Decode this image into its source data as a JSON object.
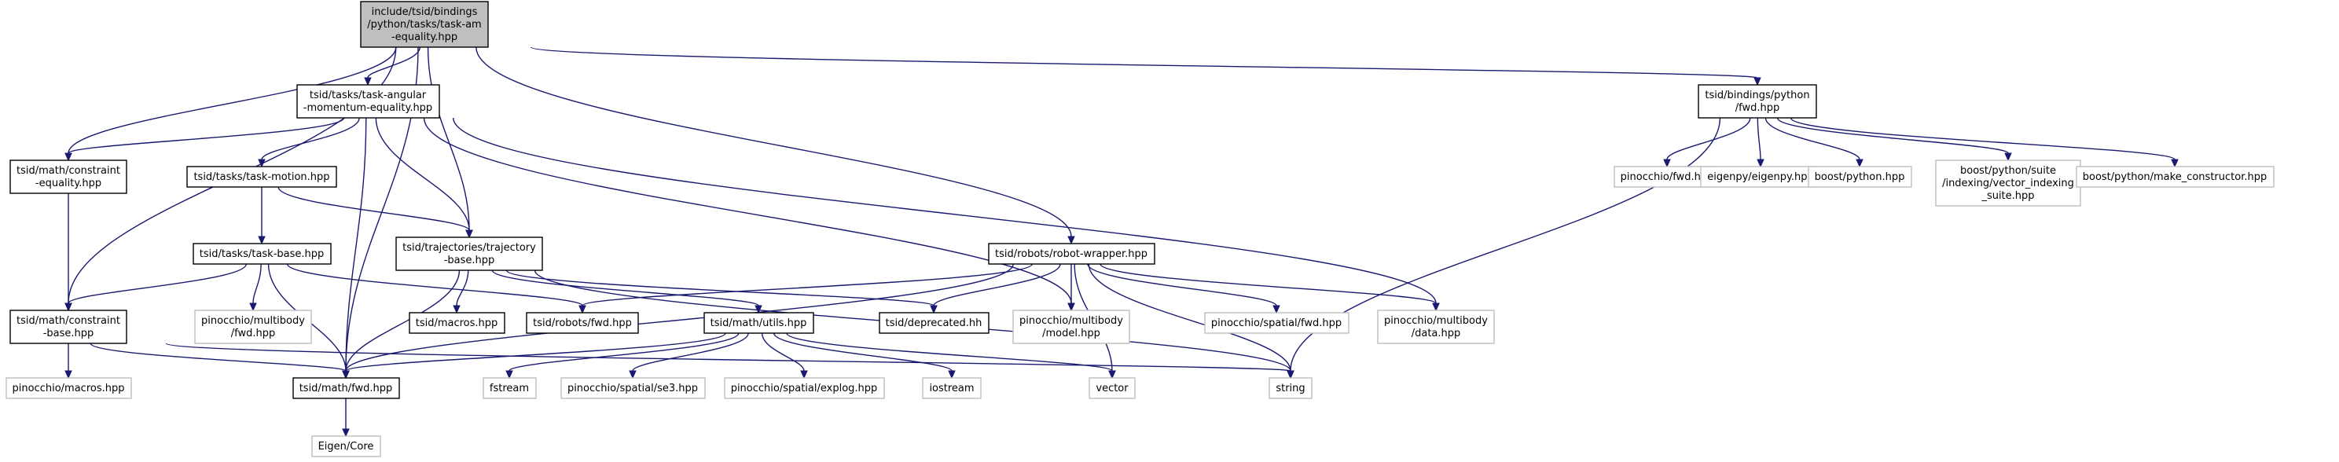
{
  "graph": {
    "colors": {
      "edge": "#191970",
      "root_fill": "#bfbfbf",
      "node_border": "#000000",
      "external_border": "#bfbfbf",
      "fill": "#ffffff",
      "text": "#000000"
    },
    "nodes": [
      {
        "id": "root",
        "lines": [
          "include/tsid/bindings",
          "/python/tasks/task-am",
          "-equality.hpp"
        ],
        "kind": "root"
      },
      {
        "id": "task_am",
        "lines": [
          "tsid/tasks/task-angular",
          "-momentum-equality.hpp"
        ],
        "kind": "internal"
      },
      {
        "id": "constraint_eq",
        "lines": [
          "tsid/math/constraint",
          "-equality.hpp"
        ],
        "kind": "internal"
      },
      {
        "id": "task_motion",
        "lines": [
          "tsid/tasks/task-motion.hpp"
        ],
        "kind": "internal"
      },
      {
        "id": "task_base",
        "lines": [
          "tsid/tasks/task-base.hpp"
        ],
        "kind": "internal"
      },
      {
        "id": "traj_base",
        "lines": [
          "tsid/trajectories/trajectory",
          "-base.hpp"
        ],
        "kind": "internal"
      },
      {
        "id": "constraint_base",
        "lines": [
          "tsid/math/constraint",
          "-base.hpp"
        ],
        "kind": "internal"
      },
      {
        "id": "pin_mb_fwd",
        "lines": [
          "pinocchio/multibody",
          "/fwd.hpp"
        ],
        "kind": "external"
      },
      {
        "id": "macros",
        "lines": [
          "tsid/macros.hpp"
        ],
        "kind": "internal"
      },
      {
        "id": "robots_fwd",
        "lines": [
          "tsid/robots/fwd.hpp"
        ],
        "kind": "internal"
      },
      {
        "id": "math_utils",
        "lines": [
          "tsid/math/utils.hpp"
        ],
        "kind": "internal"
      },
      {
        "id": "deprecated",
        "lines": [
          "tsid/deprecated.hh"
        ],
        "kind": "internal"
      },
      {
        "id": "robot_wrapper",
        "lines": [
          "tsid/robots/robot-wrapper.hpp"
        ],
        "kind": "internal"
      },
      {
        "id": "pin_macros",
        "lines": [
          "pinocchio/macros.hpp"
        ],
        "kind": "external"
      },
      {
        "id": "math_fwd",
        "lines": [
          "tsid/math/fwd.hpp"
        ],
        "kind": "internal"
      },
      {
        "id": "eigen_core",
        "lines": [
          "Eigen/Core"
        ],
        "kind": "external"
      },
      {
        "id": "fstream",
        "lines": [
          "fstream"
        ],
        "kind": "external"
      },
      {
        "id": "pin_se3",
        "lines": [
          "pinocchio/spatial/se3.hpp"
        ],
        "kind": "external"
      },
      {
        "id": "pin_explog",
        "lines": [
          "pinocchio/spatial/explog.hpp"
        ],
        "kind": "external"
      },
      {
        "id": "iostream",
        "lines": [
          "iostream"
        ],
        "kind": "external"
      },
      {
        "id": "vector",
        "lines": [
          "vector"
        ],
        "kind": "external"
      },
      {
        "id": "pin_model",
        "lines": [
          "pinocchio/multibody",
          "/model.hpp"
        ],
        "kind": "external"
      },
      {
        "id": "pin_spatial_fwd",
        "lines": [
          "pinocchio/spatial/fwd.hpp"
        ],
        "kind": "external"
      },
      {
        "id": "pin_data",
        "lines": [
          "pinocchio/multibody",
          "/data.hpp"
        ],
        "kind": "external"
      },
      {
        "id": "string",
        "lines": [
          "string"
        ],
        "kind": "external"
      },
      {
        "id": "bindings_fwd",
        "lines": [
          "tsid/bindings/python",
          "/fwd.hpp"
        ],
        "kind": "internal"
      },
      {
        "id": "pin_fwd",
        "lines": [
          "pinocchio/fwd.hpp"
        ],
        "kind": "external"
      },
      {
        "id": "eigenpy",
        "lines": [
          "eigenpy/eigenpy.hpp"
        ],
        "kind": "external"
      },
      {
        "id": "boost_python",
        "lines": [
          "boost/python.hpp"
        ],
        "kind": "external"
      },
      {
        "id": "boost_vec_idx",
        "lines": [
          "boost/python/suite",
          "/indexing/vector_indexing",
          "_suite.hpp"
        ],
        "kind": "external"
      },
      {
        "id": "boost_make_ctor",
        "lines": [
          "boost/python/make_constructor.hpp"
        ],
        "kind": "external"
      }
    ],
    "edges": [
      [
        "root",
        "task_am"
      ],
      [
        "root",
        "constraint_eq"
      ],
      [
        "root",
        "constraint_base"
      ],
      [
        "root",
        "traj_base"
      ],
      [
        "root",
        "math_fwd"
      ],
      [
        "root",
        "robot_wrapper"
      ],
      [
        "root",
        "bindings_fwd"
      ],
      [
        "task_am",
        "constraint_eq"
      ],
      [
        "task_am",
        "task_motion"
      ],
      [
        "task_am",
        "traj_base"
      ],
      [
        "task_am",
        "math_fwd"
      ],
      [
        "task_am",
        "pin_model"
      ],
      [
        "task_am",
        "pin_data"
      ],
      [
        "constraint_eq",
        "constraint_base"
      ],
      [
        "task_motion",
        "task_base"
      ],
      [
        "task_motion",
        "traj_base"
      ],
      [
        "task_base",
        "constraint_base"
      ],
      [
        "task_base",
        "pin_mb_fwd"
      ],
      [
        "task_base",
        "math_fwd"
      ],
      [
        "task_base",
        "robots_fwd"
      ],
      [
        "traj_base",
        "macros"
      ],
      [
        "traj_base",
        "math_utils"
      ],
      [
        "traj_base",
        "math_fwd"
      ],
      [
        "traj_base",
        "deprecated"
      ],
      [
        "traj_base",
        "string"
      ],
      [
        "constraint_base",
        "pin_macros"
      ],
      [
        "constraint_base",
        "math_fwd"
      ],
      [
        "constraint_base",
        "string"
      ],
      [
        "math_utils",
        "math_fwd"
      ],
      [
        "math_utils",
        "fstream"
      ],
      [
        "math_utils",
        "pin_se3"
      ],
      [
        "math_utils",
        "pin_explog"
      ],
      [
        "math_utils",
        "iostream"
      ],
      [
        "math_utils",
        "vector"
      ],
      [
        "robot_wrapper",
        "robots_fwd"
      ],
      [
        "robot_wrapper",
        "math_fwd"
      ],
      [
        "robot_wrapper",
        "deprecated"
      ],
      [
        "robot_wrapper",
        "pin_model"
      ],
      [
        "robot_wrapper",
        "pin_spatial_fwd"
      ],
      [
        "robot_wrapper",
        "pin_data"
      ],
      [
        "robot_wrapper",
        "string"
      ],
      [
        "robot_wrapper",
        "vector"
      ],
      [
        "math_fwd",
        "eigen_core"
      ],
      [
        "bindings_fwd",
        "pin_fwd"
      ],
      [
        "bindings_fwd",
        "eigenpy"
      ],
      [
        "bindings_fwd",
        "boost_python"
      ],
      [
        "bindings_fwd",
        "boost_vec_idx"
      ],
      [
        "bindings_fwd",
        "boost_make_ctor"
      ],
      [
        "bindings_fwd",
        "string"
      ]
    ]
  }
}
